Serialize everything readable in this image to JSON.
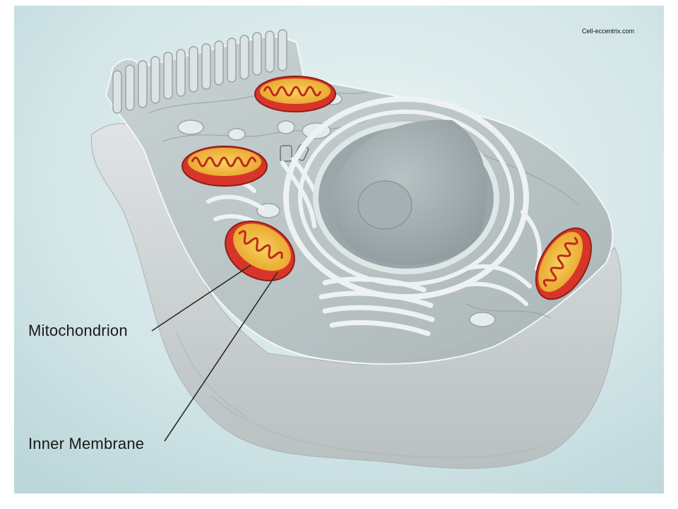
{
  "credit": "Cell-eccentrix.com",
  "labels": {
    "mitochondrion": "Mitochondrion",
    "inner_membrane": "Inner Membrane"
  },
  "colors": {
    "background": "#cfe3e6",
    "cell_body": "#d3d8d8",
    "mitochondrion_outer": "#d8352a",
    "mitochondrion_inner": "#f3c33a"
  }
}
